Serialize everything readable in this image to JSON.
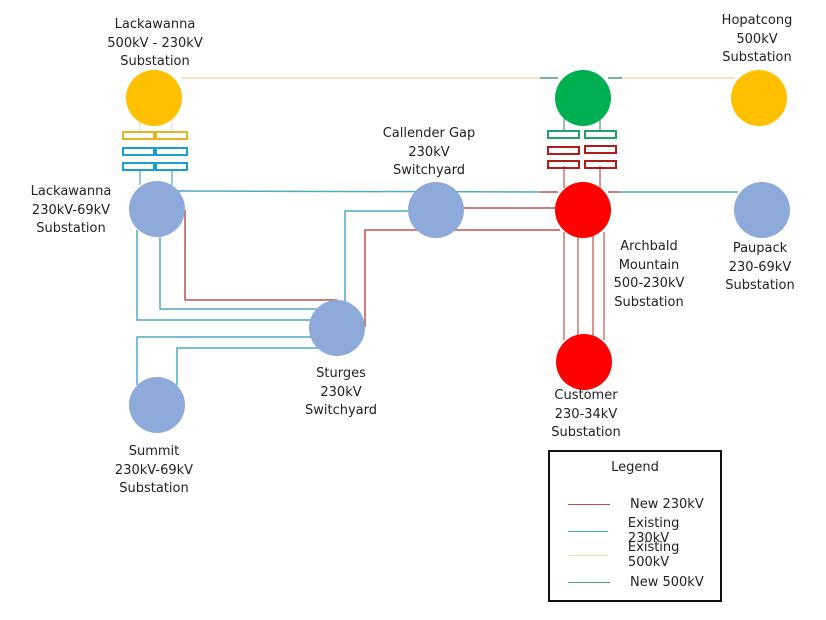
{
  "colors": {
    "new_230kv": "#c0504d",
    "existing_230kv": "#4bacc6",
    "existing_500kv": "#f2dcb0",
    "new_500kv": "#4e9a7e",
    "node_500kv_existing": "#ffc000",
    "node_500kv_new": "#00b050",
    "node_230kv_existing": "#8eaadb",
    "node_new": "#ff0000",
    "transformer_yellow": "#e6b422",
    "transformer_blue": "#1aa0d0",
    "transformer_green": "#21a36b",
    "transformer_red": "#b31b1b"
  },
  "nodes": [
    {
      "id": "lackawanna-500",
      "lines": [
        "Lackawanna",
        "500kV - 230kV",
        "Substation"
      ],
      "type": "existing-500"
    },
    {
      "id": "hopatcong",
      "lines": [
        "Hopatcong",
        "500kV",
        "Substation"
      ],
      "type": "existing-500"
    },
    {
      "id": "archbald-500",
      "lines": [],
      "type": "new-500"
    },
    {
      "id": "lackawanna-230",
      "lines": [
        "Lackawanna",
        "230kV-69kV",
        "Substation"
      ],
      "type": "existing-230"
    },
    {
      "id": "callender-gap",
      "lines": [
        "Callender Gap",
        "230kV",
        "Switchyard"
      ],
      "type": "existing-230"
    },
    {
      "id": "archbald-mountain",
      "lines": [
        "Archbald",
        "Mountain",
        "500-230kV",
        "Substation"
      ],
      "type": "new"
    },
    {
      "id": "paupack",
      "lines": [
        "Paupack",
        "230-69kV",
        "Substation"
      ],
      "type": "existing-230"
    },
    {
      "id": "sturges",
      "lines": [
        "Sturges",
        "230kV",
        "Switchyard"
      ],
      "type": "existing-230"
    },
    {
      "id": "summit",
      "lines": [
        "Summit",
        "230kV-69kV",
        "Substation"
      ],
      "type": "existing-230"
    },
    {
      "id": "customer",
      "lines": [
        "Customer",
        "230-34kV",
        "Substation"
      ],
      "type": "new"
    }
  ],
  "legend": {
    "title": "Legend",
    "items": [
      {
        "label": "New 230kV",
        "key": "new_230kv"
      },
      {
        "label": "Existing 230kV",
        "key": "existing_230kv"
      },
      {
        "label": "Existing 500kV",
        "key": "existing_500kv"
      },
      {
        "label": "New 500kV",
        "key": "new_500kv"
      }
    ]
  }
}
